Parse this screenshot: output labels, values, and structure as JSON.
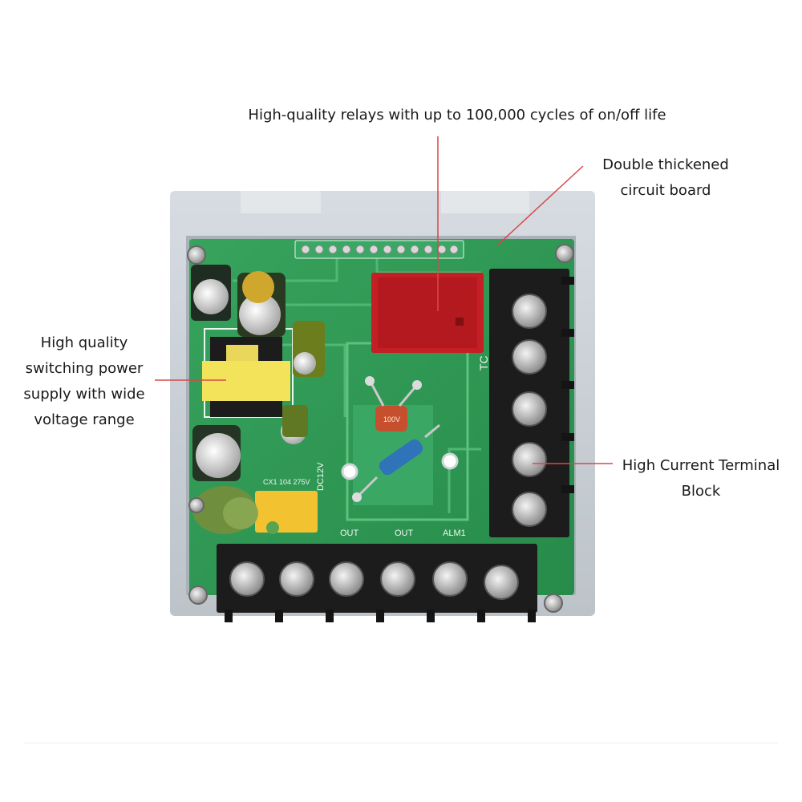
{
  "callouts": {
    "relays": "High-quality relays with up to 100,000 cycles of on/off life",
    "board_line1": "Double thickened",
    "board_line2": "circuit board",
    "power_line1": "High quality",
    "power_line2": "switching power",
    "power_line3": "supply with wide",
    "power_line4": "voltage range",
    "terminal_line1": "High Current Terminal",
    "terminal_line2": "Block"
  },
  "board_markings": {
    "out1": "OUT",
    "out2": "OUT",
    "alm1": "ALM1",
    "dc12v": "DC12V",
    "cap": "CX1 104 275V",
    "resistor_cap": "100V",
    "tc": "TC"
  },
  "colors": {
    "pcb": "#2f9a55",
    "leader": "#d9474e",
    "terminal": "#1c1c1c",
    "housing": "#c9d0d6"
  }
}
